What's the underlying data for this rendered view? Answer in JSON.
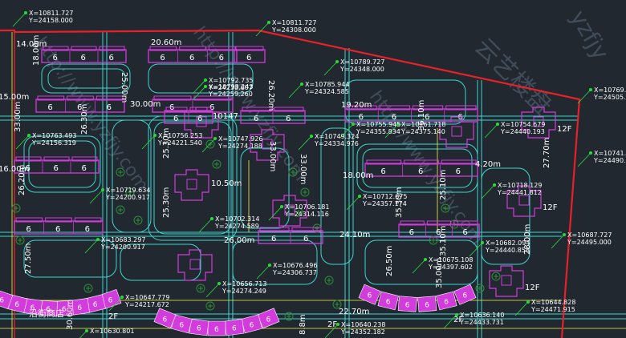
{
  "colors": {
    "background": "#212830",
    "boundary": "#e8202a",
    "building": "#d23bdc",
    "road": "#3fd6d0",
    "leader": "#2bd63a",
    "text": "#ffffff",
    "dim": "#f2f24a",
    "tree": "#2d8f3a",
    "watermark": "#6f7f96"
  },
  "coords": [
    {
      "x": "X=10811.727",
      "y": "Y=24158.000"
    },
    {
      "x": "X=10811.727",
      "y": "Y=24308.000"
    },
    {
      "x": "X=10789.727",
      "y": "Y=24348.000"
    },
    {
      "x": "X=10792.735",
      "y": "Y=24238.607"
    },
    {
      "x": "X=10793.243",
      "y": "Y=24259.260"
    },
    {
      "x": "X=10785.944",
      "y": "Y=24324.585"
    },
    {
      "x": "X=10769.727",
      "y": "Y=24505.000"
    },
    {
      "x": "X=10763.493",
      "y": "Y=24156.319"
    },
    {
      "x": "X=10756.253",
      "y": "Y=24221.540"
    },
    {
      "x": "X=10747.926",
      "y": "Y=24274.188"
    },
    {
      "x": "X=10749.324",
      "y": "Y=24334.976"
    },
    {
      "x": "X=10755.945",
      "y": "Y=24355.834"
    },
    {
      "x": "X=10761.718",
      "y": "Y=24375.140"
    },
    {
      "x": "X=10754.679",
      "y": "Y=24440.193"
    },
    {
      "x": "X=10741.434",
      "y": "Y=24490.804"
    },
    {
      "x": "X=10719.634",
      "y": "Y=24200.917"
    },
    {
      "x": "X=10718.129",
      "y": "Y=24441.812"
    },
    {
      "x": "X=10712.675",
      "y": "Y=24357.174"
    },
    {
      "x": "X=10706.181",
      "y": "Y=24314.116"
    },
    {
      "x": "X=10702.314",
      "y": "Y=24274.589"
    },
    {
      "x": "X=10683.297",
      "y": "Y=24200.917"
    },
    {
      "x": "X=10687.727",
      "y": "Y=24495.000"
    },
    {
      "x": "X=10682.094",
      "y": "Y=24440.858"
    },
    {
      "x": "X=10676.496",
      "y": "Y=24306.737"
    },
    {
      "x": "X=10675.108",
      "y": "Y=24397.602"
    },
    {
      "x": "X=10656.713",
      "y": "Y=24274.249"
    },
    {
      "x": "X=10647.779",
      "y": "Y=24217.672"
    },
    {
      "x": "X=10644.828",
      "y": "Y=24471.915"
    },
    {
      "x": "X=10636.140",
      "y": "Y=24433.731"
    },
    {
      "x": "X=10640.238",
      "y": "Y=24352.182"
    },
    {
      "x": "X=10630.801",
      "y": ""
    }
  ],
  "dimensions": [
    "14.00m",
    "20.60m",
    "25.00m",
    "18.00m",
    "30.00m",
    "26.20m",
    "19.20m",
    "15.00m",
    "33.00m",
    "26.30m",
    "33.00m",
    "36.10m",
    "33.00m",
    "25.30m",
    "10.50m",
    "18.00m",
    "4.20m",
    "27.70m",
    "16.00m",
    "26.20m",
    "25.10m",
    "25.30m",
    "26.00m",
    "24.10m",
    "35.30m",
    "35.10m",
    "28.00m",
    "27.50m",
    "30.60m",
    "22.70m",
    "26.50m",
    "35.00m",
    "8.8m"
  ],
  "other_labels": {
    "label_10147": "10147",
    "floors_12": "12F",
    "floors_2": "2F",
    "floors_6": "6"
  },
  "shop_label": "沿街商店",
  "watermark": {
    "brand_cn": "云艺楼盘",
    "brand_en": "yzfjy",
    "url": "http://www.yzfjy.com"
  }
}
